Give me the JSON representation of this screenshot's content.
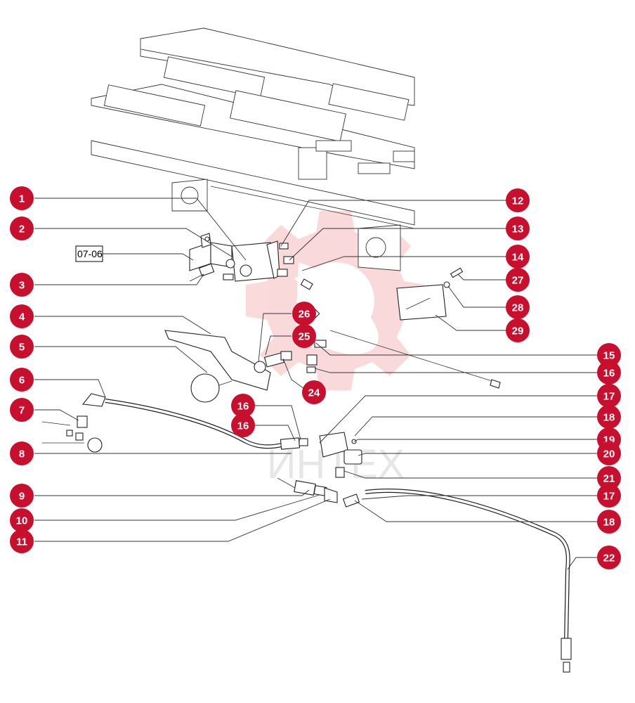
{
  "diagram": {
    "reference_tag": "07-06",
    "callouts": [
      "1",
      "2",
      "3",
      "4",
      "5",
      "6",
      "7",
      "8",
      "9",
      "10",
      "11",
      "12",
      "13",
      "14",
      "15",
      "16",
      "17",
      "18",
      "19",
      "20",
      "21",
      "22",
      "24",
      "25",
      "26",
      "27",
      "28",
      "29",
      "16",
      "18",
      "16",
      "17",
      "18"
    ],
    "watermark_text": "ИНТЕХ",
    "colors": {
      "callout_fill": "#c8102e",
      "callout_text": "#ffffff",
      "line": "#333333",
      "watermark": "#e8323c"
    }
  }
}
